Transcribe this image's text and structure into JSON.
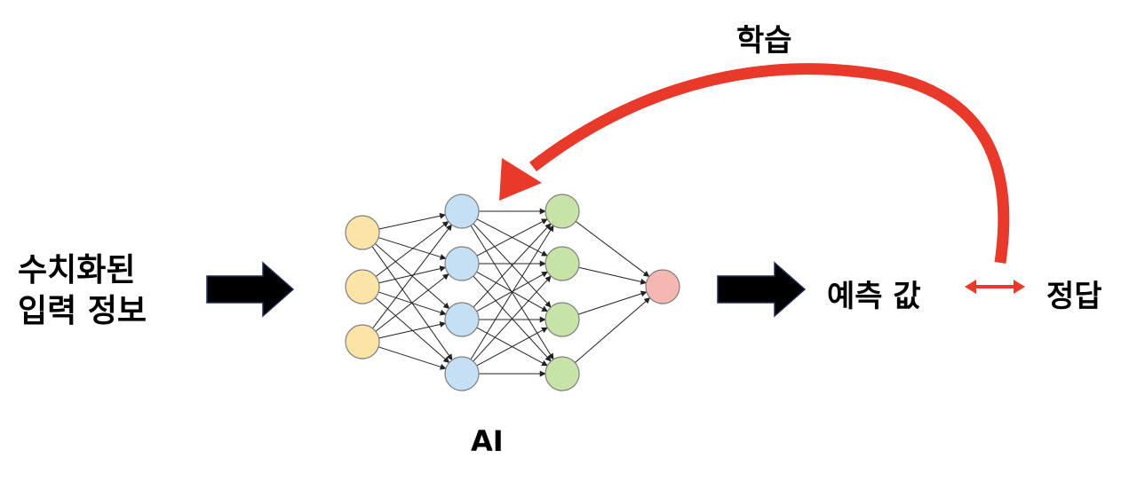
{
  "input_label": {
    "line1": "수치화된",
    "line2": "입력 정보"
  },
  "learning_label": "학습",
  "prediction_label": "예측 값",
  "answer_label": "정답",
  "ai_label": "AI",
  "network": {
    "layer_sizes": [
      3,
      4,
      4,
      1
    ],
    "layer_colors": [
      "#fbe5a6",
      "#c5dff4",
      "#c8e3a8",
      "#f4b7b1"
    ],
    "node_stroke": "#7f7f7f",
    "edge_color": "#222222"
  },
  "colors": {
    "flow_arrow": "#000000",
    "flow_arrow_outline": "#1f2d5a",
    "feedback_arrow": "#e8392a"
  }
}
